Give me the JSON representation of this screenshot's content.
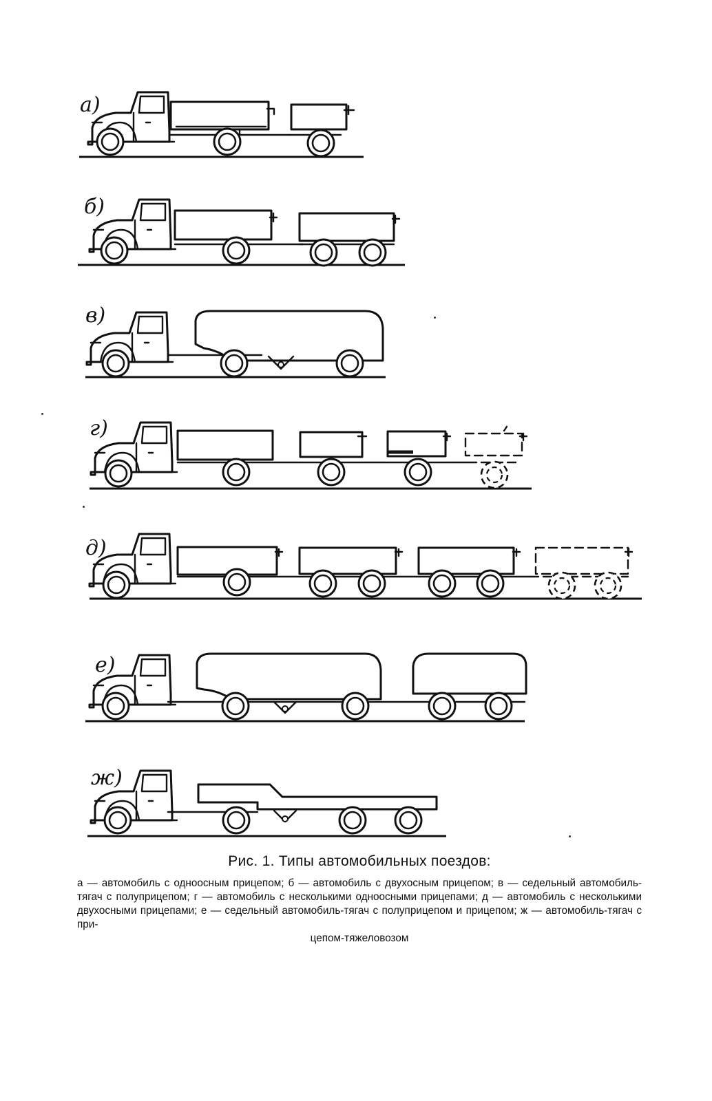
{
  "figure": {
    "panels": [
      {
        "label": "а)",
        "kind": "truck-single-axle-trailer"
      },
      {
        "label": "б)",
        "kind": "truck-two-axle-trailer"
      },
      {
        "label": "в)",
        "kind": "tractor-semitrailer"
      },
      {
        "label": "г)",
        "kind": "truck-multiple-single-axle-trailers"
      },
      {
        "label": "д)",
        "kind": "truck-multiple-two-axle-trailers"
      },
      {
        "label": "е)",
        "kind": "tractor-semitrailer-and-trailer"
      },
      {
        "label": "ж)",
        "kind": "tractor-heavy-trailer"
      }
    ],
    "caption_title": "Рис. 1. Типы автомобильных поездов:",
    "caption_text": "а — автомобиль с одноосным прицепом; б — автомобиль с двухосным прицепом; в — седельный автомобиль-тягач с полуприцепом; г — автомобиль с несколькими одноосными прицепами; д — автомобиль с несколькими двухосными прицепами; е — седельный автомобиль-тягач с полуприцепом и прицепом; ж — автомобиль-тягач с при-",
    "caption_last": "цепом-тяжеловозом"
  }
}
